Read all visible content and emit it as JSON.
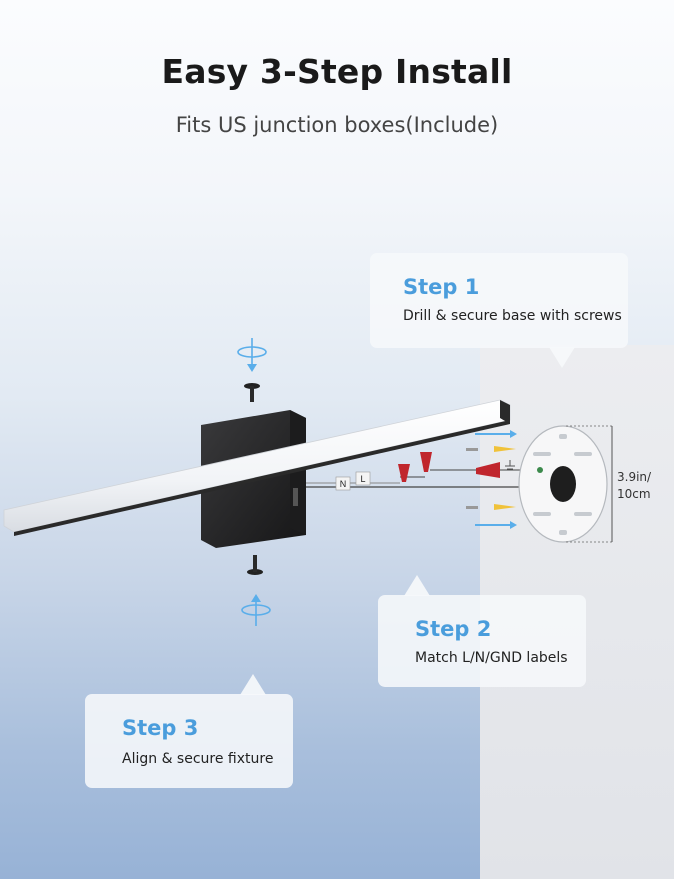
{
  "header": {
    "title": "Easy 3-Step Install",
    "subtitle": "Fits US junction boxes(Include)"
  },
  "steps": [
    {
      "label": "Step 1",
      "description": "Drill & secure base with screws"
    },
    {
      "label": "Step 2",
      "description": "Match L/N/GND labels"
    },
    {
      "label": "Step 3",
      "description": "Align & secure fixture"
    }
  ],
  "wire_labels": {
    "neutral": "N",
    "live": "L"
  },
  "dimension": {
    "line1": "3.9in/",
    "line2": "10cm"
  },
  "colors": {
    "accent": "#4a9ddc",
    "fixture": "#262626",
    "wire_nut": "#c0262d",
    "anchor": "#f0c23a",
    "arrow": "#5aaeea"
  },
  "icons": [
    "rotate-icon",
    "screw-icon",
    "wire-nut-icon",
    "wall-anchor-icon",
    "mounting-plate-icon",
    "ground-symbol-icon"
  ]
}
